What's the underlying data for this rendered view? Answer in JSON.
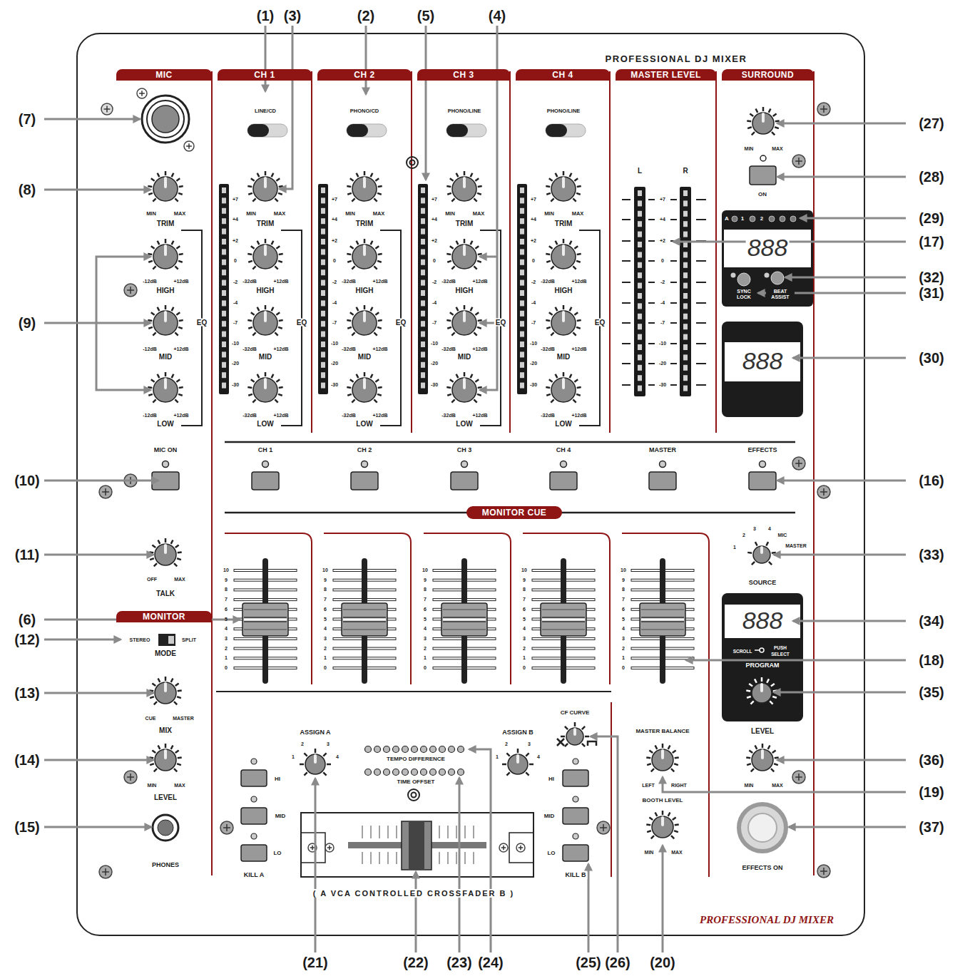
{
  "diagram": {
    "title": "PROFESSIONAL DJ MIXER",
    "nodes": [
      {
        "text": [
          "MIC"
        ]
      },
      {
        "text": [
          "CH 1"
        ]
      },
      {
        "text": [
          "CH 2"
        ]
      },
      {
        "text": [
          "CH 3"
        ]
      },
      {
        "text": [
          "CH 4"
        ]
      },
      {
        "text": [
          "MASTER LEVEL"
        ]
      },
      {
        "text": [
          "SURROUND"
        ]
      },
      {
        "text": [
          "MONITOR CUE"
        ]
      },
      {
        "text": [
          "MONITOR"
        ]
      }
    ],
    "labels": [
      "(1)",
      "(3)",
      "(2)",
      "(5)",
      "(4)",
      "(7)",
      "(8)",
      "(9)",
      "(10)",
      "(11)",
      "(6)",
      "(12)",
      "(13)",
      "(14)",
      "(15)",
      "(27)",
      "(28)",
      "(29)",
      "(17)",
      "(32)",
      "(31)",
      "(30)",
      "(16)",
      "(33)",
      "(34)",
      "(18)",
      "(35)",
      "(36)",
      "(19)",
      "(37)",
      "(21)",
      "(22)",
      "(23)",
      "(24)",
      "(25)",
      "(26)",
      "(20)",
      "MIN",
      "MAX",
      "TRIM",
      "-12dB",
      "+12dB",
      "HIGH",
      "-12dB",
      "+12dB",
      "MID",
      "-12dB",
      "+12dB",
      "LOW",
      "EQ",
      "LINE/CD",
      "MIN",
      "MAX",
      "TRIM",
      "-32dB",
      "+12dB",
      "HIGH",
      "-32dB",
      "+12dB",
      "MID",
      "-32dB",
      "+12dB",
      "LOW",
      "EQ",
      "+7",
      "+4",
      "+2",
      "0",
      "-2",
      "-4",
      "-7",
      "-10",
      "-20",
      "-30",
      "PHONO/CD",
      "MIN",
      "MAX",
      "TRIM",
      "-32dB",
      "+12dB",
      "HIGH",
      "-32dB",
      "+12dB",
      "MID",
      "-32dB",
      "+12dB",
      "LOW",
      "EQ",
      "+7",
      "+4",
      "+2",
      "0",
      "-2",
      "-4",
      "-7",
      "-10",
      "-20",
      "-30",
      "PHONO/LINE",
      "MIN",
      "MAX",
      "TRIM",
      "-32dB",
      "+12dB",
      "HIGH",
      "-32dB",
      "+12dB",
      "MID",
      "-32dB",
      "+12dB",
      "LOW",
      "EQ",
      "+7",
      "+4",
      "+2",
      "0",
      "-2",
      "-4",
      "-7",
      "-10",
      "-20",
      "-30",
      "PHONO/LINE",
      "MIN",
      "MAX",
      "TRIM",
      "-32dB",
      "+12dB",
      "HIGH",
      "-32dB",
      "+12dB",
      "MID",
      "-32dB",
      "+12dB",
      "LOW",
      "EQ",
      "+7",
      "+4",
      "+2",
      "0",
      "-2",
      "-4",
      "-7",
      "-10",
      "-20",
      "-30",
      "L",
      "R",
      "+7",
      "+4",
      "+2",
      "0",
      "-2",
      "-4",
      "-7",
      "-10",
      "-20",
      "-30",
      "MIN",
      "MAX",
      "ON",
      "A",
      "1",
      "2",
      "888",
      "SYNC LOCK",
      "BEAT ASSIST",
      "888",
      "MIC ON",
      "CH 1",
      "CH 2",
      "CH 3",
      "CH 4",
      "MASTER",
      "EFFECTS",
      "OFF",
      "MAX",
      "TALK",
      "STEREO",
      "SPLIT",
      "MODE",
      "CUE",
      "MASTER",
      "MIX",
      "MIN",
      "MAX",
      "LEVEL",
      "PHONES",
      "10",
      "9",
      "8",
      "7",
      "6",
      "5",
      "4",
      "3",
      "2",
      "1",
      "0",
      "10",
      "9",
      "8",
      "7",
      "6",
      "5",
      "4",
      "3",
      "2",
      "1",
      "0",
      "10",
      "9",
      "8",
      "7",
      "6",
      "5",
      "4",
      "3",
      "2",
      "1",
      "0",
      "10",
      "9",
      "8",
      "7",
      "6",
      "5",
      "4",
      "3",
      "2",
      "1",
      "0",
      "10",
      "9",
      "8",
      "7",
      "6",
      "5",
      "4",
      "3",
      "2",
      "1",
      "0",
      "1",
      "2",
      "3",
      "4",
      "MIC",
      "MASTER",
      "SOURCE",
      "888",
      "SCROLL",
      "PUSH",
      "SELECT",
      "PROGRAM",
      "LEVEL",
      "MIN",
      "MAX",
      "EFFECTS ON",
      "ASSIGN A",
      "1",
      "2",
      "3",
      "4",
      "ASSIGN B",
      "1",
      "2",
      "3",
      "4",
      "TEMPO DIFFERENCE",
      "TIME OFFSET",
      "HI",
      "MID",
      "LO",
      "KILL A",
      "HI",
      "MID",
      "LO",
      "KILL B",
      "CF CURVE",
      "( A VCA CONTROLLED CROSSFADER B )",
      "MASTER BALANCE",
      "LEFT",
      "RIGHT",
      "BOOTH LEVEL",
      "MIN",
      "MAX",
      "PROFESSIONAL DJ MIXER"
    ]
  }
}
